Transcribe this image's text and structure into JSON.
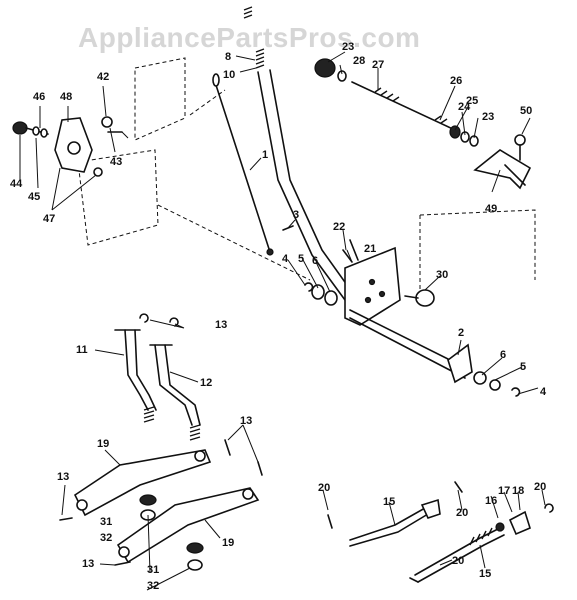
{
  "watermark": "AppliancePartsPros.com",
  "callouts": {
    "p1": "1",
    "p2": "2",
    "p3": "3",
    "p4a": "4",
    "p4b": "4",
    "p5a": "5",
    "p5b": "5",
    "p6a": "6",
    "p6b": "6",
    "p8": "8",
    "p10": "10",
    "p11": "11",
    "p12": "12",
    "p13a": "13",
    "p13b": "13",
    "p13c": "13",
    "p13d": "13",
    "p15a": "15",
    "p15b": "15",
    "p16": "16",
    "p17": "17",
    "p18": "18",
    "p19a": "19",
    "p19b": "19",
    "p20a": "20",
    "p20b": "20",
    "p20c": "20",
    "p20d": "20",
    "p21": "21",
    "p22": "22",
    "p23a": "23",
    "p23b": "23",
    "p24": "24",
    "p25": "25",
    "p26": "26",
    "p27": "27",
    "p28": "28",
    "p30": "30",
    "p31a": "31",
    "p31b": "31",
    "p32a": "32",
    "p32b": "32",
    "p42": "42",
    "p43": "43",
    "p44": "44",
    "p45": "45",
    "p46": "46",
    "p47": "47",
    "p48": "48",
    "p49": "49",
    "p50": "50"
  }
}
